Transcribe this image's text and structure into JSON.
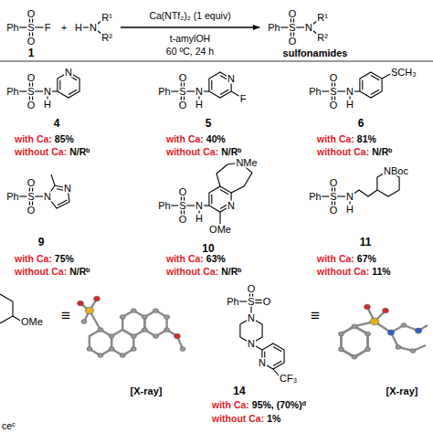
{
  "diagram": {
    "labels": [
      "Ph",
      "S",
      "O",
      "O",
      "F",
      "1",
      "+",
      "H",
      "N",
      "R¹",
      "R²",
      "Ca(NTf₂)₂ (1 equiv)",
      "t-amylOH",
      "60 ºC, 24 h",
      "Ph",
      "S",
      "O",
      "O",
      "N",
      "R¹",
      "R²",
      "sulfonamides",
      "Ph",
      "S",
      "O",
      "O",
      "N",
      "H",
      "N",
      "4",
      "with Ca:",
      "85%",
      "without Ca:",
      "N/Rᵇ",
      "Ph",
      "S",
      "O",
      "O",
      "N",
      "H",
      "N",
      "F",
      "5",
      "with Ca:",
      "40%",
      "without Ca:",
      "N/Rᵇ",
      "Ph",
      "S",
      "O",
      "O",
      "N",
      "H",
      "SCH₃",
      "6",
      "with Ca:",
      "81%",
      "without Ca:",
      "N/Rᵇ",
      "Ph",
      "S",
      "O",
      "O",
      "N",
      "N",
      "9",
      "with Ca:",
      "75%",
      "without Ca:",
      "N/Rᵇ",
      "Ph",
      "S",
      "O",
      "O",
      "N",
      "H",
      "N",
      "OMe",
      "NMe",
      "10",
      "with Ca:",
      "63%",
      "without Ca:",
      "N/Rᵇ",
      "Ph",
      "S",
      "O",
      "O",
      "N",
      "H",
      "NBoc",
      "11",
      "with Ca:",
      "67%",
      "without Ca:",
      "11%",
      "OMe",
      "≡",
      "[X-ray]",
      "ceᶜ",
      "Ph",
      "S",
      "O",
      "O",
      "N",
      "N",
      "N",
      "CF₃",
      "14",
      "with Ca:",
      "95%, (70%)ᵈ",
      "without Ca:",
      "1%",
      "≡",
      "[X-ray]"
    ]
  }
}
